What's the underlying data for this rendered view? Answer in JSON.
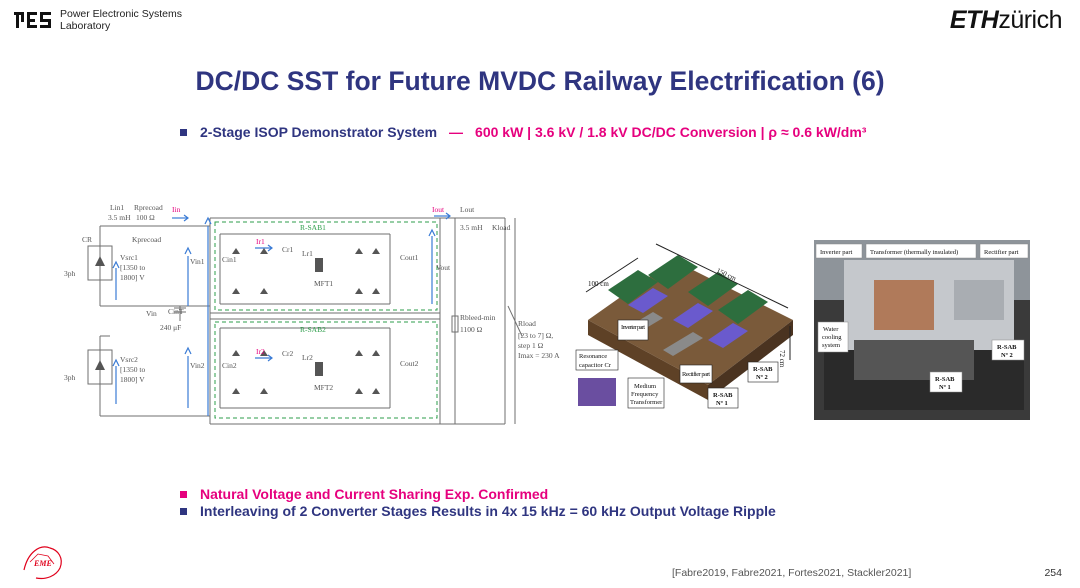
{
  "header": {
    "lab_line1": "Power Electronic Systems",
    "lab_line2": "Laboratory",
    "eth_bold": "ETH",
    "eth_rest": "zürich"
  },
  "title": "DC/DC SST for Future MVDC Railway Electrification (6)",
  "bullets": {
    "top": {
      "part1": "2-Stage ISOP Demonstrator System",
      "dash": "—",
      "part2": "600 kW  | 3.6 kV / 1.8 kV  DC/DC Conversion | ρ ≈ 0.6 kW/dm³"
    },
    "b1": "Natural Voltage and Current Sharing Exp. Confirmed",
    "b2": "Interleaving of 2 Converter Stages Results in 4x 15 kHz = 60 kHz Output Voltage Ripple"
  },
  "schematic": {
    "lin1": "Lin1",
    "lin1_val": "3.5 mH",
    "rpre": "Rprecoad",
    "rpre_val": "100 Ω",
    "kpre": "Kprecoad",
    "cr": "CR",
    "iin": "Iin",
    "vsrc1": "Vsrc1",
    "vsrc1_range1": "[1350 to",
    "vsrc1_range2": "1800] V",
    "vsrc2": "Vsrc2",
    "vsrc2_range1": "[1350 to",
    "vsrc2_range2": "1800] V",
    "ph1": "3ph",
    "ph2": "3ph",
    "vin": "Vin",
    "cin_t": "CinT",
    "cin_val": "240 μF",
    "vin1": "Vin1",
    "vin2": "Vin2",
    "cin1": "Cin1",
    "cin2": "Cin2",
    "rsab1": "R-SAB1",
    "rsab2": "R-SAB2",
    "ir1": "Ir1",
    "ir2": "Ir2",
    "cr1": "Cr1",
    "cr2": "Cr2",
    "lr1": "Lr1",
    "lr2": "Lr2",
    "mft1": "MFT1",
    "mft2": "MFT2",
    "cout1": "Cout1",
    "cout2": "Cout2",
    "iout": "Iout",
    "lout": "Lout",
    "lout_val": "3.5 mH",
    "kload": "Kload",
    "vout": "Vout",
    "rbleed": "Rbleed-min",
    "rbleed_val": "1100 Ω",
    "rload": "Rload",
    "rload_v1": "[23 to 7] Ω,",
    "rload_v2": "step 1 Ω",
    "rload_v3": "Imax = 230 A"
  },
  "cad": {
    "dim150": "150 cm",
    "dim100": "100 cm",
    "dim72": "72 cm",
    "inverter": "Inverter part",
    "rectifier": "Rectifier part",
    "rescap1": "Resonance",
    "rescap2": "capacitor Cr",
    "mft1": "Medium",
    "mft2": "Frequency",
    "mft3": "Transformer",
    "rsab1a": "R-SAB",
    "rsab1b": "Nº 1",
    "rsab2a": "R-SAB",
    "rsab2b": "Nº 2"
  },
  "photo": {
    "inverter": "Inverter part",
    "transformer": "Transformer (thermally insulated)",
    "rectifier": "Rectifier part",
    "water1": "Water",
    "water2": "cooling",
    "water3": "system",
    "rsab2a": "R-SAB",
    "rsab2b": "Nº 2",
    "rsab1a": "R-SAB",
    "rsab1b": "Nº 1"
  },
  "footer": {
    "refs": "[Fabre2019, Fabre2021, Fortes2021, Stackler2021]",
    "page": "254",
    "eme": "EME"
  },
  "colors": {
    "navy": "#2f3580",
    "magenta": "#e6007e",
    "wire": "#6f6f6f",
    "sense": "#3a7bd5",
    "green": "#2e9e4b"
  }
}
